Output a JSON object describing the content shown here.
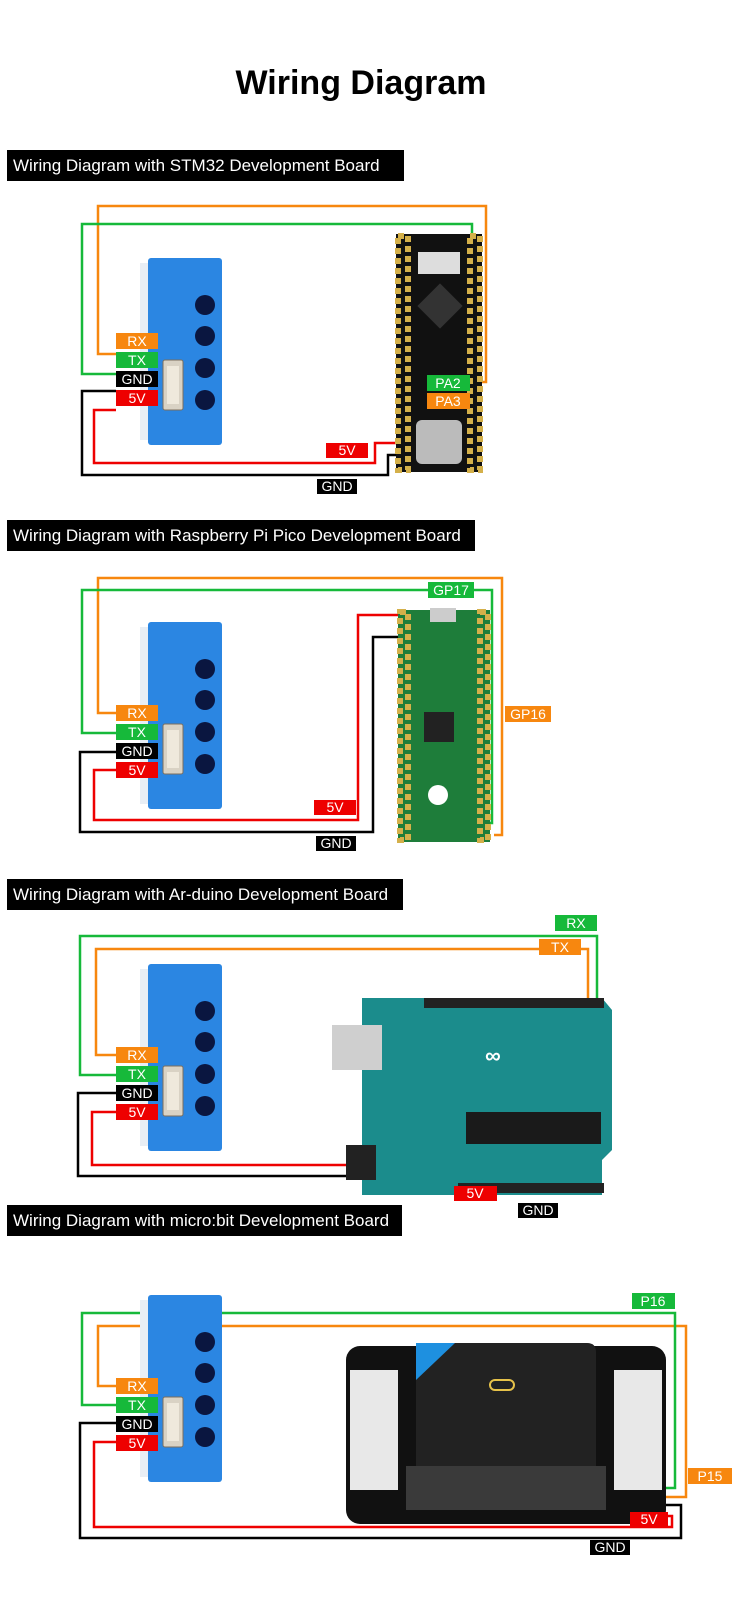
{
  "title": "Wiring Diagram",
  "colors": {
    "orange": "#f7870f",
    "green": "#16b93a",
    "red": "#ee0000",
    "black": "#000000",
    "module_blue": "#2b86e2",
    "pcb_black": "#111111",
    "arduino_teal": "#1b8c8c"
  },
  "sections": [
    {
      "header": "Wiring Diagram with STM32 Development Board",
      "module_pins": [
        "RX",
        "TX",
        "GND",
        "5V"
      ],
      "board_labels": {
        "tx_pin": "PA2",
        "rx_pin": "PA3",
        "power": "5V",
        "ground": "GND"
      }
    },
    {
      "header": "Wiring Diagram with Raspberry Pi Pico Development Board",
      "module_pins": [
        "RX",
        "TX",
        "GND",
        "5V"
      ],
      "board_labels": {
        "tx_pin": "GP17",
        "rx_pin": "GP16",
        "power": "5V",
        "ground": "GND"
      }
    },
    {
      "header": "Wiring Diagram with Ar-duino Development Board",
      "module_pins": [
        "RX",
        "TX",
        "GND",
        "5V"
      ],
      "board_labels": {
        "tx_pin": "RX",
        "rx_pin": "TX",
        "power": "5V",
        "ground": "GND"
      }
    },
    {
      "header": "Wiring Diagram with micro:bit Development Board",
      "module_pins": [
        "RX",
        "TX",
        "GND",
        "5V"
      ],
      "board_labels": {
        "tx_pin": "P16",
        "rx_pin": "P15",
        "power": "5V",
        "ground": "GND"
      }
    }
  ]
}
